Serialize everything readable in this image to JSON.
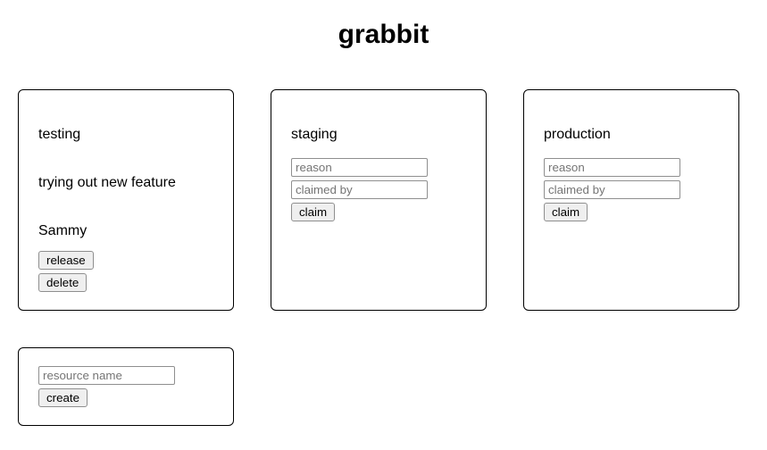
{
  "app": {
    "title": "grabbit"
  },
  "cards": [
    {
      "name": "testing",
      "status": "claimed",
      "reason": "trying out new feature",
      "claimed_by": "Sammy",
      "release_label": "release",
      "delete_label": "delete"
    },
    {
      "name": "staging",
      "status": "unclaimed",
      "reason_placeholder": "reason",
      "claimed_by_placeholder": "claimed by",
      "claim_label": "claim"
    },
    {
      "name": "production",
      "status": "unclaimed",
      "reason_placeholder": "reason",
      "claimed_by_placeholder": "claimed by",
      "claim_label": "claim"
    }
  ],
  "create_card": {
    "name_placeholder": "resource name",
    "create_label": "create"
  },
  "colors": {
    "background": "#ffffff",
    "text": "#000000",
    "card_border": "#000000",
    "button_bg": "#efefef",
    "control_border": "#8f8f8f",
    "placeholder": "#757575"
  }
}
